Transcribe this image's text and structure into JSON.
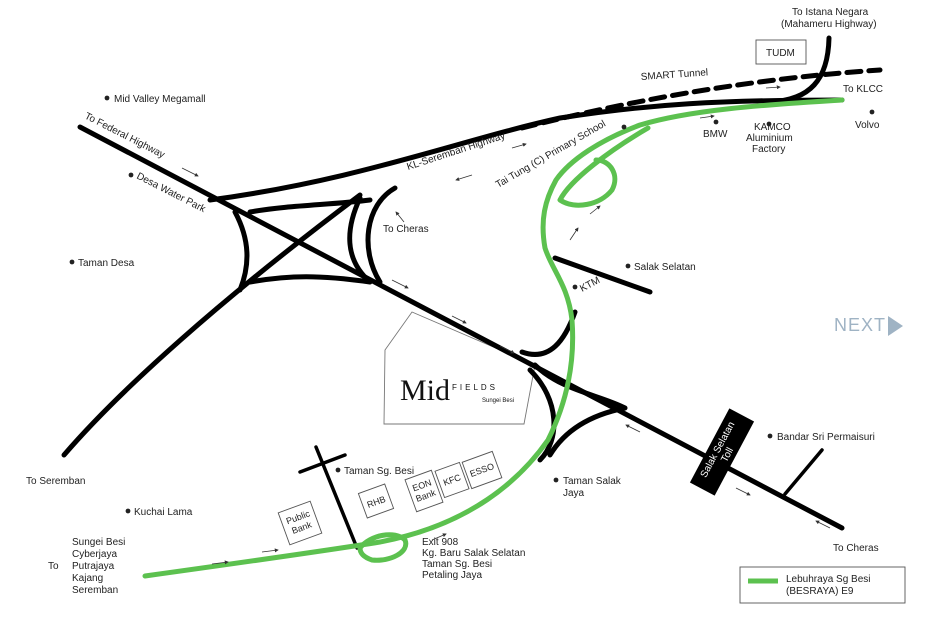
{
  "colors": {
    "road": "#000000",
    "highway": "#5cc14f",
    "next": "#9fb3c4"
  },
  "roads": {
    "istana": [
      "To Istana Negara",
      "(Mahameru Highway)"
    ],
    "tudm": "TUDM",
    "smart": "SMART Tunnel",
    "klcc": "To KLCC",
    "volvo": "Volvo",
    "bmw": "BMW",
    "kamco": [
      "KAMCO",
      "Aluminium",
      "Factory"
    ],
    "federal": "To Federal Highway",
    "kl_seremban": "KL-Seremban Highway",
    "tai_tung": "Tai Tung (C) Primary School",
    "cheras_top": "To Cheras",
    "salak_selatan": "Salak Selatan",
    "ktm": "KTM",
    "toll": [
      "Salak Selatan",
      "Toll"
    ],
    "bandar": "Bandar Sri Permaisuri",
    "cheras_bottom": "To Cheras",
    "seremban": "To Seremban",
    "taman_sg_besi": "Taman Sg. Besi",
    "taman_salak": [
      "Taman Salak",
      "Jaya"
    ],
    "exit": [
      "Exit 908",
      "Kg. Baru Salak Selatan",
      "Taman Sg. Besi",
      "Petaling Jaya"
    ],
    "to": "To",
    "sungei": [
      "Sungei Besi",
      "Cyberjaya",
      "Putrajaya",
      "Kajang",
      "Seremban"
    ]
  },
  "places": {
    "mid_valley": "Mid Valley Megamall",
    "desa_water": "Desa Water Park",
    "taman_desa": "Taman Desa",
    "kuchai": "Kuchai Lama"
  },
  "shops": {
    "public_bank": [
      "Public",
      "Bank"
    ],
    "rhb": "RHB",
    "eon": [
      "EON",
      "Bank"
    ],
    "kfc": "KFC",
    "esso": "ESSO"
  },
  "project": {
    "mid": "Mid",
    "fields": "FIELDS",
    "sub": "Sungei Besi"
  },
  "legend": [
    "Lebuhraya Sg Besi",
    "(BESRAYA) E9"
  ],
  "nav": {
    "next": "NEXT"
  }
}
